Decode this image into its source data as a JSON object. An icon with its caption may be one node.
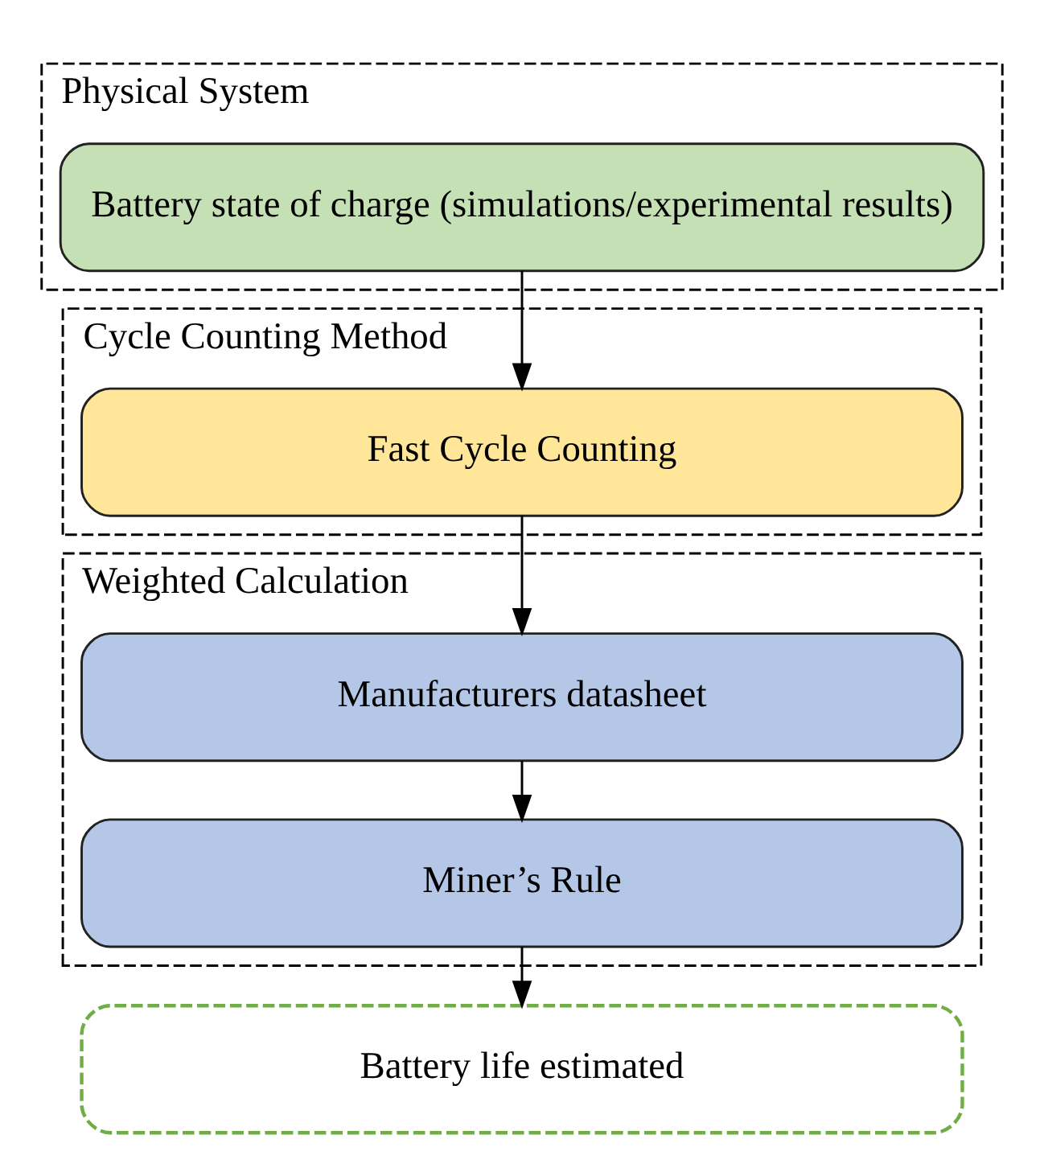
{
  "diagram": {
    "nodes": [
      {
        "text": [
          "Physical System"
        ]
      },
      {
        "text": [
          "Battery state of charge (simulations/experimental results)"
        ],
        "in": 0
      },
      {
        "text": [
          "Cycle Counting Method"
        ]
      },
      {
        "text": [
          "Fast Cycle Counting"
        ],
        "in": 2
      },
      {
        "text": [
          "Weighted Calculation"
        ]
      },
      {
        "text": [
          "Manufacturers datasheet"
        ],
        "in": 4
      },
      {
        "text": [
          "Miner’s Rule"
        ],
        "in": 4
      },
      {
        "text": [
          "Battery life estimated"
        ]
      }
    ],
    "edges": [
      {
        "from": 1,
        "to": 3,
        "arrow": "to"
      },
      {
        "from": 3,
        "to": 5,
        "arrow": "to"
      },
      {
        "from": 5,
        "to": 6,
        "arrow": "to"
      },
      {
        "from": 6,
        "to": 7,
        "arrow": "to"
      }
    ]
  }
}
